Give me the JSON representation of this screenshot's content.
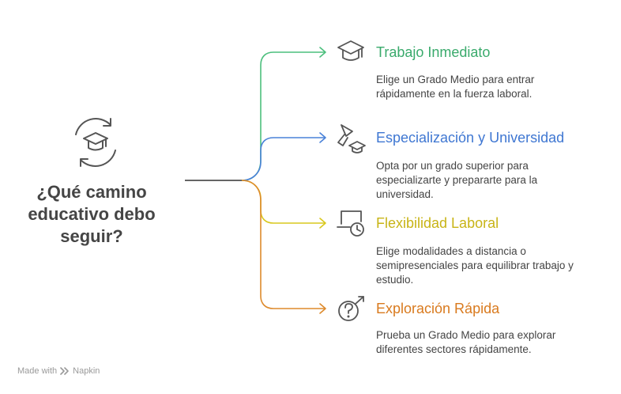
{
  "question": {
    "lines": [
      "¿Qué camino",
      "educativo debo",
      "seguir?"
    ],
    "icon": "cycle-graduation-cap-icon"
  },
  "branches": [
    {
      "title": "Trabajo Inmediato",
      "description": [
        "Elige un Grado Medio para entrar",
        "rápidamente en la fuerza laboral."
      ],
      "color": "#3aaa6c",
      "icon": "graduation-cap-icon"
    },
    {
      "title": "Especialización y Universidad",
      "description": [
        "Opta por un grado superior para",
        "especializarte y prepararte para la",
        "universidad."
      ],
      "color": "#3f77d2",
      "icon": "pennant-cap-icon"
    },
    {
      "title": "Flexibilidad Laboral",
      "description": [
        "Elige modalidades a distancia o",
        "semipresenciales para equilibrar trabajo y",
        "estudio."
      ],
      "color": "#c8b416",
      "icon": "laptop-clock-icon"
    },
    {
      "title": "Exploración Rápida",
      "description": [
        "Prueba un Grado Medio para explorar",
        "diferentes sectores rápidamente."
      ],
      "color": "#d97a1e",
      "icon": "question-compass-icon"
    }
  ],
  "footer": {
    "made_with": "Made with",
    "brand": "Napkin",
    "icon": "napkin-logo-icon"
  }
}
